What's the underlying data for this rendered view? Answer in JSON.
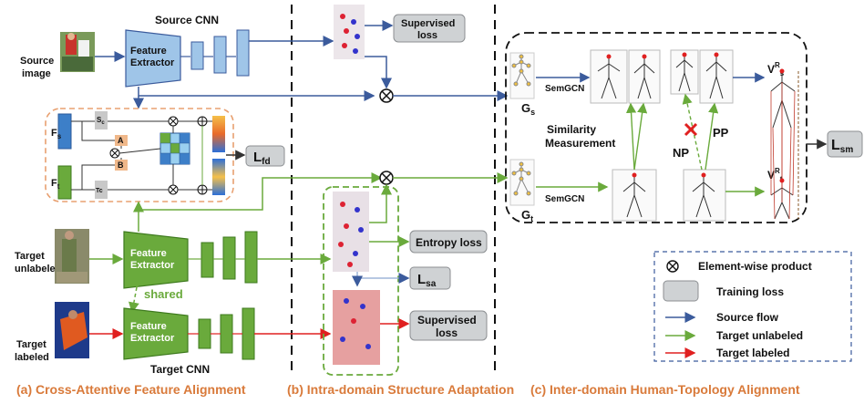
{
  "colors": {
    "source": "#3b5b9c",
    "unlabeled": "#6aaa3c",
    "labeled": "#e02020",
    "orange_dash": "#e8a070",
    "green_dash": "#6aaa3c",
    "encoder_blue": "#9fc5e8",
    "encoder_green": "#6aaa3c",
    "cross": "#e02020"
  },
  "labels": {
    "source_image": [
      "Source",
      "image"
    ],
    "target_unlabeled": [
      "Target",
      "unlabele"
    ],
    "target_labeled": [
      "Target",
      "labeled"
    ],
    "source_cnn": "Source CNN",
    "target_cnn": "Target CNN",
    "feature_extractor": [
      "Feature",
      "Extractor"
    ],
    "shared": "shared",
    "supervised_loss": [
      "Supervised",
      "loss"
    ],
    "entropy_loss": "Entropy loss",
    "l_fd": "L",
    "l_fd_sub": "fd",
    "l_sa": "L",
    "l_sa_sub": "sa",
    "l_sm": "L",
    "l_sm_sub": "sm",
    "fs": "F",
    "fs_sub": "s",
    "ft": "F",
    "ft_sub": "t",
    "sc": "S",
    "sc_sub": "c",
    "tc": "Tc",
    "a": "A",
    "b": "B",
    "semgcn": "SemGCN",
    "gs": "G",
    "gs_sub": "s",
    "gt": "G",
    "gt_sub": "t",
    "similarity": [
      "Similarity",
      "Measurement"
    ],
    "np": "NP",
    "pp": "PP",
    "vrs": "V",
    "vrs_sup": "R",
    "vrs_sub": "s",
    "vrt": "V",
    "vrt_sup": "R",
    "vrt_sub": "t"
  },
  "legend": {
    "items": [
      {
        "icon": "element-wise-product-icon",
        "text": "Element-wise product"
      },
      {
        "icon": "training-loss-box-icon",
        "text": "Training loss"
      },
      {
        "icon": "source-flow-arrow-icon",
        "text": "Source flow"
      },
      {
        "icon": "target-unlabeled-arrow-icon",
        "text": "Target unlabeled"
      },
      {
        "icon": "target-labeled-arrow-icon",
        "text": "Target labeled"
      }
    ]
  },
  "captions": {
    "a": "(a)  Cross-Attentive Feature Alignment",
    "b": "(b) Intra-domain Structure Adaptation",
    "c": "(c) Inter-domain Human-Topology  Alignment"
  }
}
